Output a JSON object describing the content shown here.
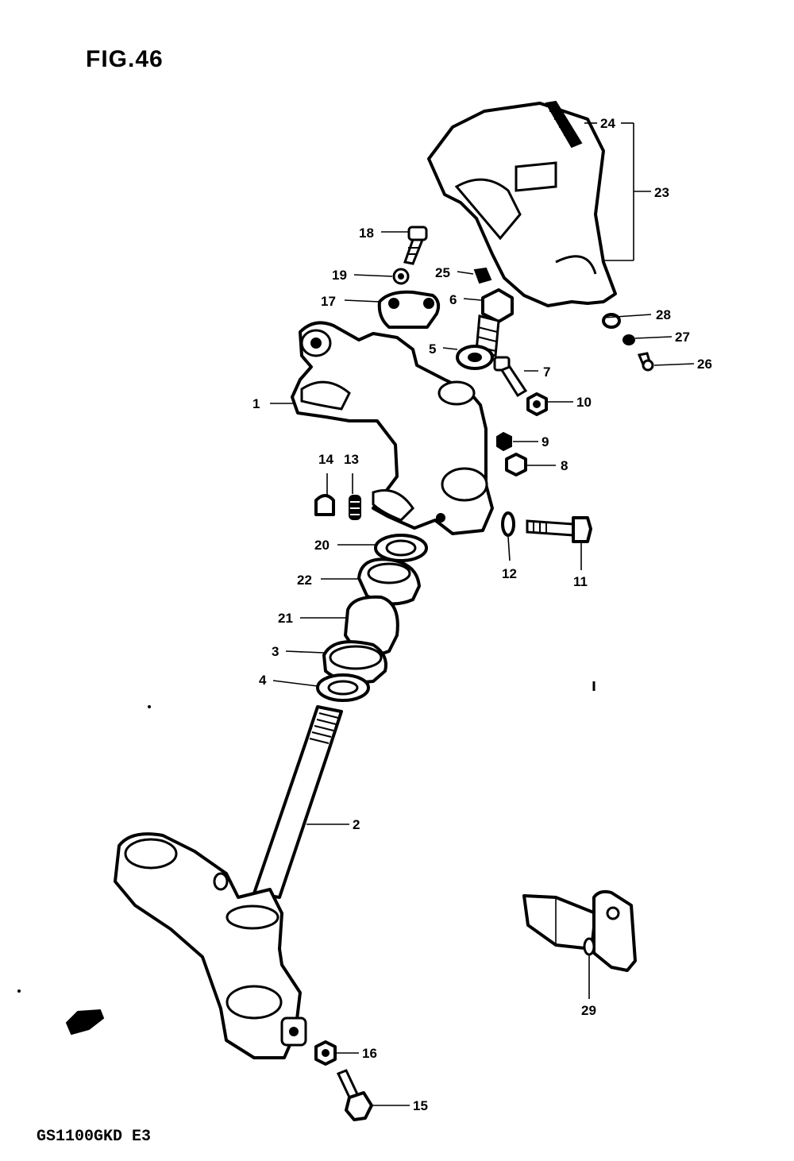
{
  "figure": {
    "title": "FIG.46",
    "model_code": "GS1100GKD E3"
  },
  "callouts": [
    "1",
    "2",
    "3",
    "4",
    "5",
    "6",
    "7",
    "8",
    "9",
    "10",
    "11",
    "12",
    "13",
    "14",
    "15",
    "16",
    "17",
    "18",
    "19",
    "20",
    "21",
    "22",
    "23",
    "24",
    "25",
    "26",
    "27",
    "28",
    "29"
  ]
}
